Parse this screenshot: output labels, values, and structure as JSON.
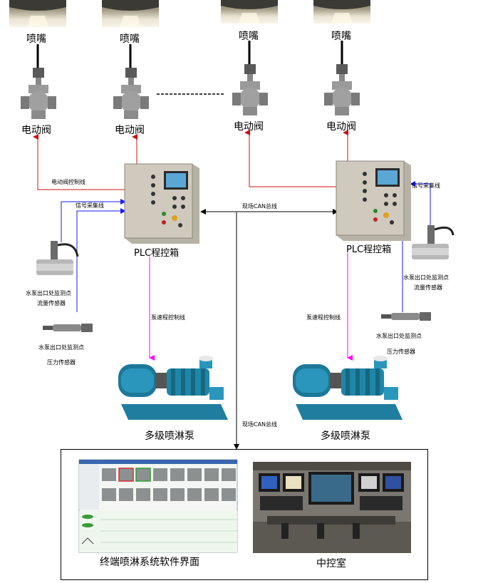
{
  "nozzles": {
    "label": "喷嘴"
  },
  "valves": {
    "label": "电动阀"
  },
  "plc": {
    "label": "PLC程控箱"
  },
  "pump": {
    "label": "多级喷淋泵"
  },
  "lines": {
    "valve_control": "电动阀控制线",
    "signal_collect": "信号采集线",
    "field_can": "现场CAN总线",
    "pump_control": "泵速程控制线"
  },
  "sensors": {
    "flow_line1": "水泵出口处监测点",
    "flow_line2": "流量传感器",
    "pressure_line1": "水泵出口处监测点",
    "pressure_line2": "压力传感器"
  },
  "terminal": {
    "software_label": "终端喷淋系统软件界面",
    "control_room_label": "中控室"
  },
  "colors": {
    "red": "#cc1111",
    "blue": "#1a1aff",
    "magenta": "#ff00ff",
    "black": "#000000"
  }
}
